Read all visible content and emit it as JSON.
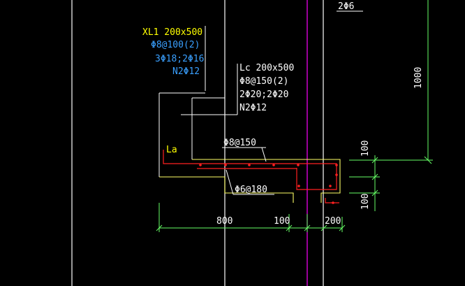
{
  "labels": {
    "xl1_title": "XL1 200x500",
    "xl1_stirrup": "Φ8@100(2)",
    "xl1_main": "3Φ18;2Φ16",
    "xl1_side": "N2Φ12",
    "lc_title": "Lc 200x500",
    "lc_stirrup": "Φ8@150(2)",
    "lc_main": "2Φ20;2Φ20",
    "lc_side": "N2Φ12",
    "top_bar": "2Φ6",
    "la": "La",
    "slab_top": "Φ8@150",
    "slab_bottom": "Φ6@180"
  },
  "dimensions": {
    "dim_800": "800",
    "dim_100_h": "100",
    "dim_200": "200",
    "dim_1000": "1000",
    "dim_100_v_top": "100",
    "dim_100_v_bottom": "100"
  },
  "colors": {
    "background": "#000000",
    "white_lines": "#ffffff",
    "yellow_label": "#ffff00",
    "blue_label": "#3aa0ff",
    "green_dim": "#66ff66",
    "magenta_axis": "#ff00ff",
    "red_rebar": "#ff2020",
    "outline_yellow": "#ffff66"
  }
}
